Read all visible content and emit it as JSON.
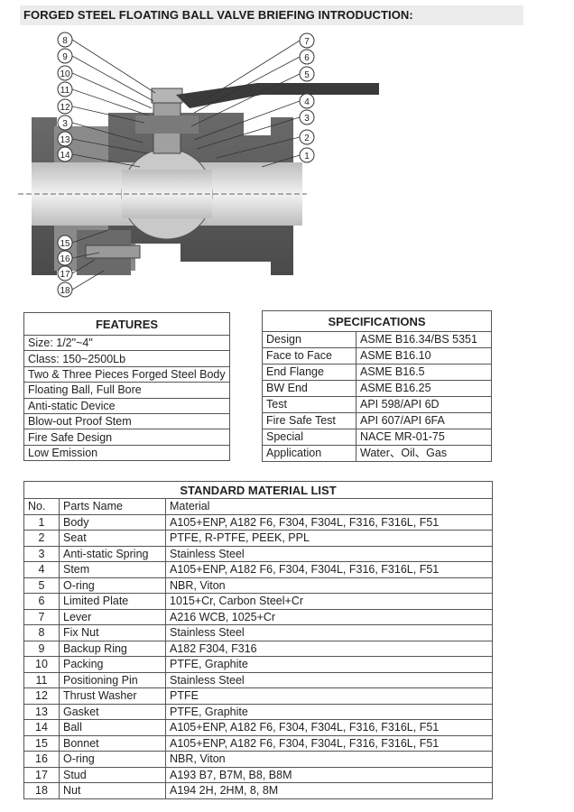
{
  "title": "FORGED STEEL FLOATING BALL VALVE BRIEFING INTRODUCTION:",
  "diagram": {
    "callouts": [
      "1",
      "2",
      "3",
      "4",
      "5",
      "6",
      "7",
      "8",
      "9",
      "10",
      "11",
      "12",
      "13",
      "14",
      "15",
      "16",
      "17",
      "18"
    ]
  },
  "features": {
    "heading": "FEATURES",
    "items": [
      "Size: 1/2\"~4\"",
      "Class: 150~2500Lb",
      "Two & Three Pieces Forged Steel Body",
      "Floating Ball, Full Bore",
      "Anti-static Device",
      "Blow-out Proof Stem",
      "Fire Safe Design",
      "Low Emission"
    ]
  },
  "specifications": {
    "heading": "SPECIFICATIONS",
    "rows": [
      {
        "key": "Design",
        "value": "ASME B16.34/BS 5351"
      },
      {
        "key": "Face to Face",
        "value": "ASME B16.10"
      },
      {
        "key": "End Flange",
        "value": "ASME B16.5"
      },
      {
        "key": "BW End",
        "value": "ASME B16.25"
      },
      {
        "key": "Test",
        "value": "API 598/API 6D"
      },
      {
        "key": "Fire Safe Test",
        "value": "API 607/API 6FA"
      },
      {
        "key": "Special",
        "value": "NACE MR-01-75"
      },
      {
        "key": "Application",
        "value": "Water、Oil、Gas"
      }
    ]
  },
  "materials": {
    "heading": "STANDARD MATERIAL LIST",
    "columns": [
      "No.",
      "Parts Name",
      "Material"
    ],
    "rows": [
      {
        "no": "1",
        "name": "Body",
        "material": "A105+ENP, A182 F6, F304, F304L, F316, F316L, F51"
      },
      {
        "no": "2",
        "name": "Seat",
        "material": "PTFE, R-PTFE, PEEK, PPL"
      },
      {
        "no": "3",
        "name": "Anti-static Spring",
        "material": "Stainless Steel"
      },
      {
        "no": "4",
        "name": "Stem",
        "material": "A105+ENP, A182 F6, F304, F304L, F316, F316L, F51"
      },
      {
        "no": "5",
        "name": "O-ring",
        "material": "NBR, Viton"
      },
      {
        "no": "6",
        "name": "Limited Plate",
        "material": "1015+Cr, Carbon Steel+Cr"
      },
      {
        "no": "7",
        "name": "Lever",
        "material": "A216 WCB, 1025+Cr"
      },
      {
        "no": "8",
        "name": "Fix Nut",
        "material": "Stainless Steel"
      },
      {
        "no": "9",
        "name": "Backup Ring",
        "material": "A182 F304, F316"
      },
      {
        "no": "10",
        "name": "Packing",
        "material": "PTFE, Graphite"
      },
      {
        "no": "11",
        "name": "Positioning Pin",
        "material": "Stainless Steel"
      },
      {
        "no": "12",
        "name": "Thrust Washer",
        "material": "PTFE"
      },
      {
        "no": "13",
        "name": "Gasket",
        "material": "PTFE, Graphite"
      },
      {
        "no": "14",
        "name": "Ball",
        "material": "A105+ENP, A182 F6, F304, F304L, F316, F316L, F51"
      },
      {
        "no": "15",
        "name": "Bonnet",
        "material": "A105+ENP, A182 F6, F304, F304L, F316, F316L, F51"
      },
      {
        "no": "16",
        "name": "O-ring",
        "material": "NBR, Viton"
      },
      {
        "no": "17",
        "name": "Stud",
        "material": "A193 B7, B7M, B8, B8M"
      },
      {
        "no": "18",
        "name": "Nut",
        "material": "A194 2H, 2HM, 8, 8M"
      }
    ]
  }
}
